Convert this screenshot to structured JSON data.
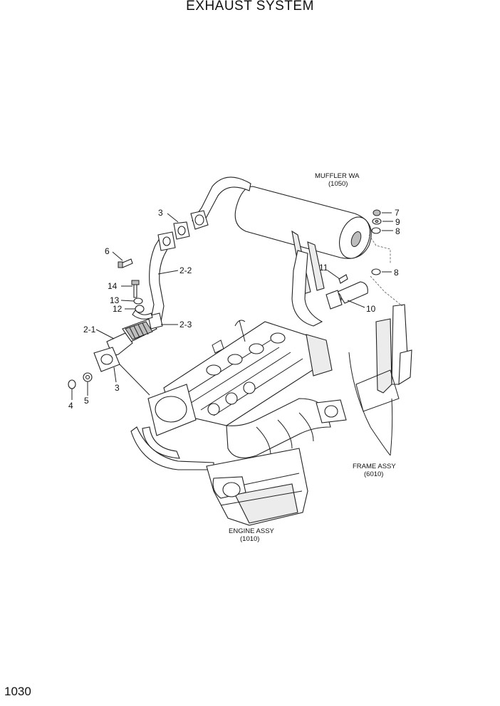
{
  "header": {
    "title": "EXHAUST SYSTEM"
  },
  "footer": {
    "page_number": "1030"
  },
  "assemblies": {
    "muffler": {
      "name": "MUFFLER WA",
      "code": "(1050)"
    },
    "frame": {
      "name": "FRAME ASSY",
      "code": "(6010)"
    },
    "engine": {
      "name": "ENGINE ASSY",
      "code": "(1010)"
    }
  },
  "callouts": {
    "c3_top": "3",
    "c6": "6",
    "c2_2": "2-2",
    "c14": "14",
    "c13": "13",
    "c12": "12",
    "c2_3": "2-3",
    "c2_1": "2-1",
    "c3_bottom": "3",
    "c4": "4",
    "c5": "5",
    "c7": "7",
    "c9": "9",
    "c8_top": "8",
    "c8_bottom": "8",
    "c11": "11",
    "c10": "10"
  }
}
